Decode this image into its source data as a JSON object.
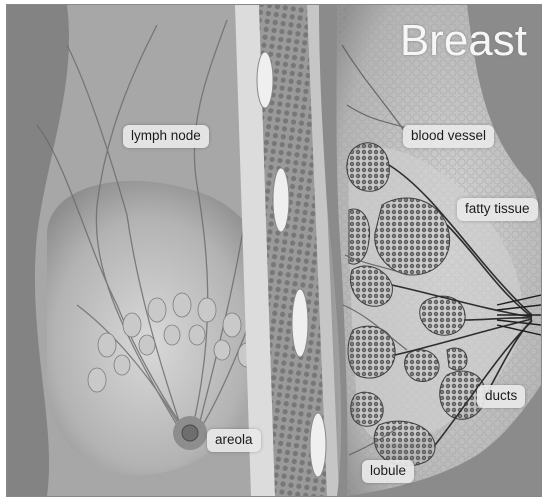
{
  "diagram": {
    "title": "Breast",
    "labels": {
      "lymph_node": "lymph node",
      "blood_vessel": "blood vessel",
      "fatty_tissue": "fatty tissue",
      "ducts": "ducts",
      "areola": "areola",
      "lobule": "lobule"
    }
  },
  "colors": {
    "background_dark": "#6f6f6f",
    "background_light": "#bcbcbc",
    "tissue": "#d2d2d2",
    "lobule_cluster": "#4e4e4e",
    "label_background": "#e8e8e8",
    "title_text": "#f6f6f6"
  }
}
